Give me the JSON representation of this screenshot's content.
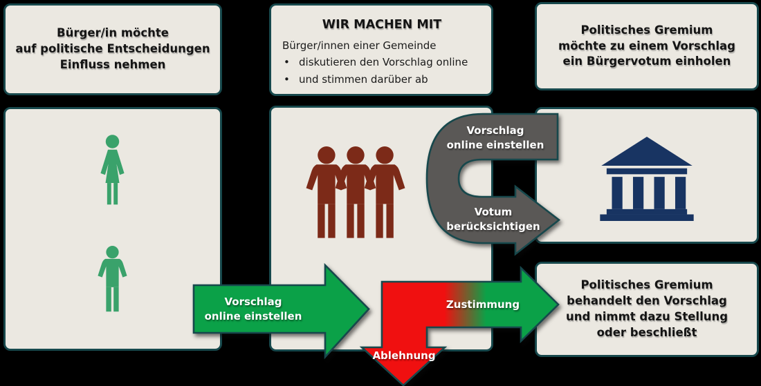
{
  "diagram": {
    "boxes": {
      "top_left": {
        "text": "Bürger/in möchte\nauf politische Entscheidungen\nEinfluss nehmen"
      },
      "top_center": {
        "title": "WIR MACHEN MIT",
        "intro": "Bürger/innen einer Gemeinde",
        "bullet_char": "•",
        "bullets": [
          "diskutieren den Vorschlag online",
          "und stimmen darüber ab"
        ]
      },
      "top_right": {
        "text": "Politisches Gremium\nmöchte zu einem Vorschlag\nein Bürgervotum einholen"
      },
      "bottom_right": {
        "text": "Politisches Gremium\nbehandelt den Vorschlag\nund nimmt dazu Stellung\noder beschließt"
      }
    },
    "arrows": {
      "gray_loop_top_label": "Vorschlag\nonline einstellen",
      "gray_loop_bottom_label": "Votum\nberücksichtigen",
      "green_label": "Vorschlag\nonline einstellen",
      "approval_label": "Zustimmung",
      "rejection_label": "Ablehnung"
    },
    "icons": {
      "citizens_box": [
        "woman-icon",
        "man-icon"
      ],
      "community_box": "three-persons-icon",
      "gremium_box": "government-building-icon"
    },
    "colors": {
      "background": "#000000",
      "box_fill": "#ebe8e1",
      "box_border": "#17484c",
      "arrow_gray": "#5a5856",
      "arrow_green": "#0ba148",
      "arrow_red": "#f01010",
      "person_green": "#3aa26b",
      "person_red": "#7c2a18",
      "building_navy": "#183462",
      "label_text": "#ffffff",
      "box_text": "#141414"
    }
  }
}
